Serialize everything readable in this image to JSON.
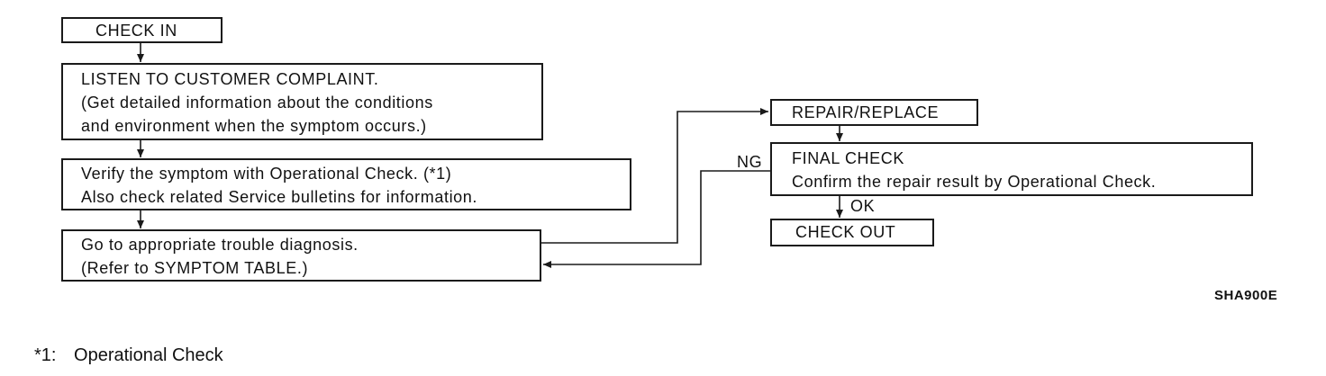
{
  "flow": {
    "check_in": "CHECK IN",
    "listen": {
      "title": "LISTEN TO CUSTOMER COMPLAINT.",
      "line2": "(Get detailed information about the conditions",
      "line3": "and environment when the symptom occurs.)"
    },
    "verify": {
      "line1": "Verify the symptom with Operational Check. (*1)",
      "line2": "Also check related Service bulletins for information."
    },
    "diagnosis": {
      "line1": "Go to appropriate trouble diagnosis.",
      "line2": "(Refer to SYMPTOM TABLE.)"
    },
    "repair": "REPAIR/REPLACE",
    "final_check": {
      "title": "FINAL CHECK",
      "line2": "Confirm the repair result by Operational Check."
    },
    "check_out": "CHECK OUT",
    "ng_label": "NG",
    "ok_label": "OK"
  },
  "figure_code": "SHA900E",
  "footnote": {
    "marker": "*1:",
    "text": "Operational Check"
  }
}
